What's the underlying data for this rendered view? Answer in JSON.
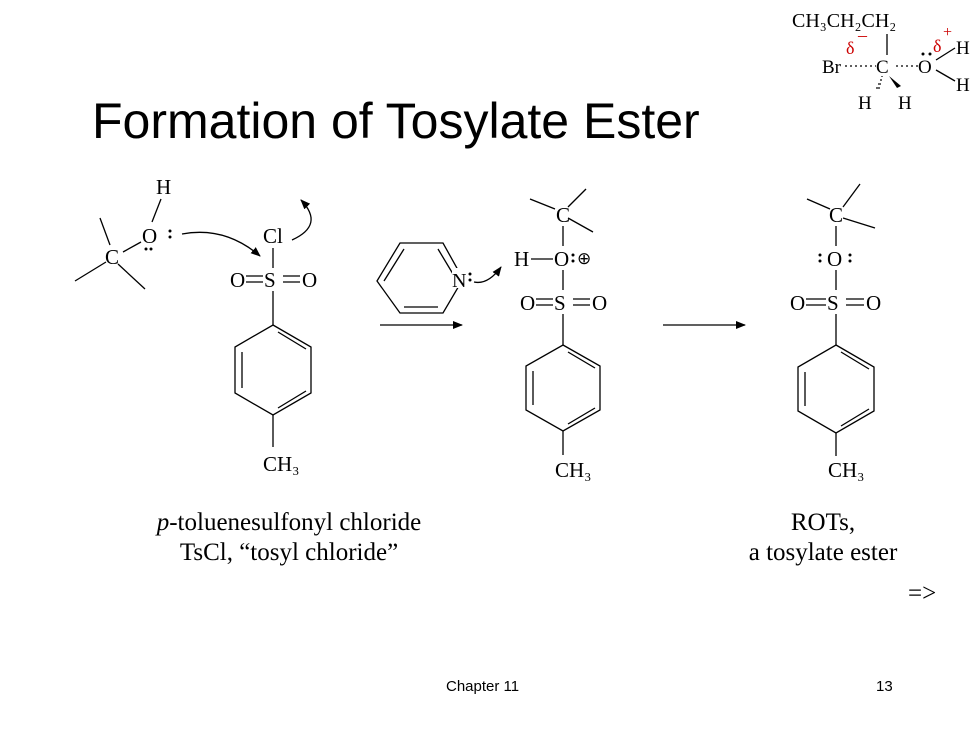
{
  "title": "Formation of Tosylate Ester",
  "inset": {
    "chain": "CH₃CH₂CH₂",
    "delta_minus": "δ",
    "minus_sign": "–",
    "delta_plus": "δ",
    "plus_sign": "+",
    "br": "Br",
    "c": "C",
    "o": "O",
    "h": "H"
  },
  "atoms": {
    "c": "C",
    "o": "O",
    "h": "H",
    "cl": "Cl",
    "s": "S",
    "n": "N",
    "ch3": "CH₃",
    "oplus": "⊕"
  },
  "captions": {
    "tscl_italic": "p",
    "tscl_line1": "-toluenesulfonyl chloride",
    "tscl_line2": "TsCl, “tosyl chloride”",
    "rots_line1": "ROTs,",
    "rots_line2": "a tosylate ester",
    "next": "=>"
  },
  "footer": {
    "chapter": "Chapter 11",
    "page": "13"
  },
  "colors": {
    "delta": "#cc0000",
    "ink": "#000000"
  }
}
